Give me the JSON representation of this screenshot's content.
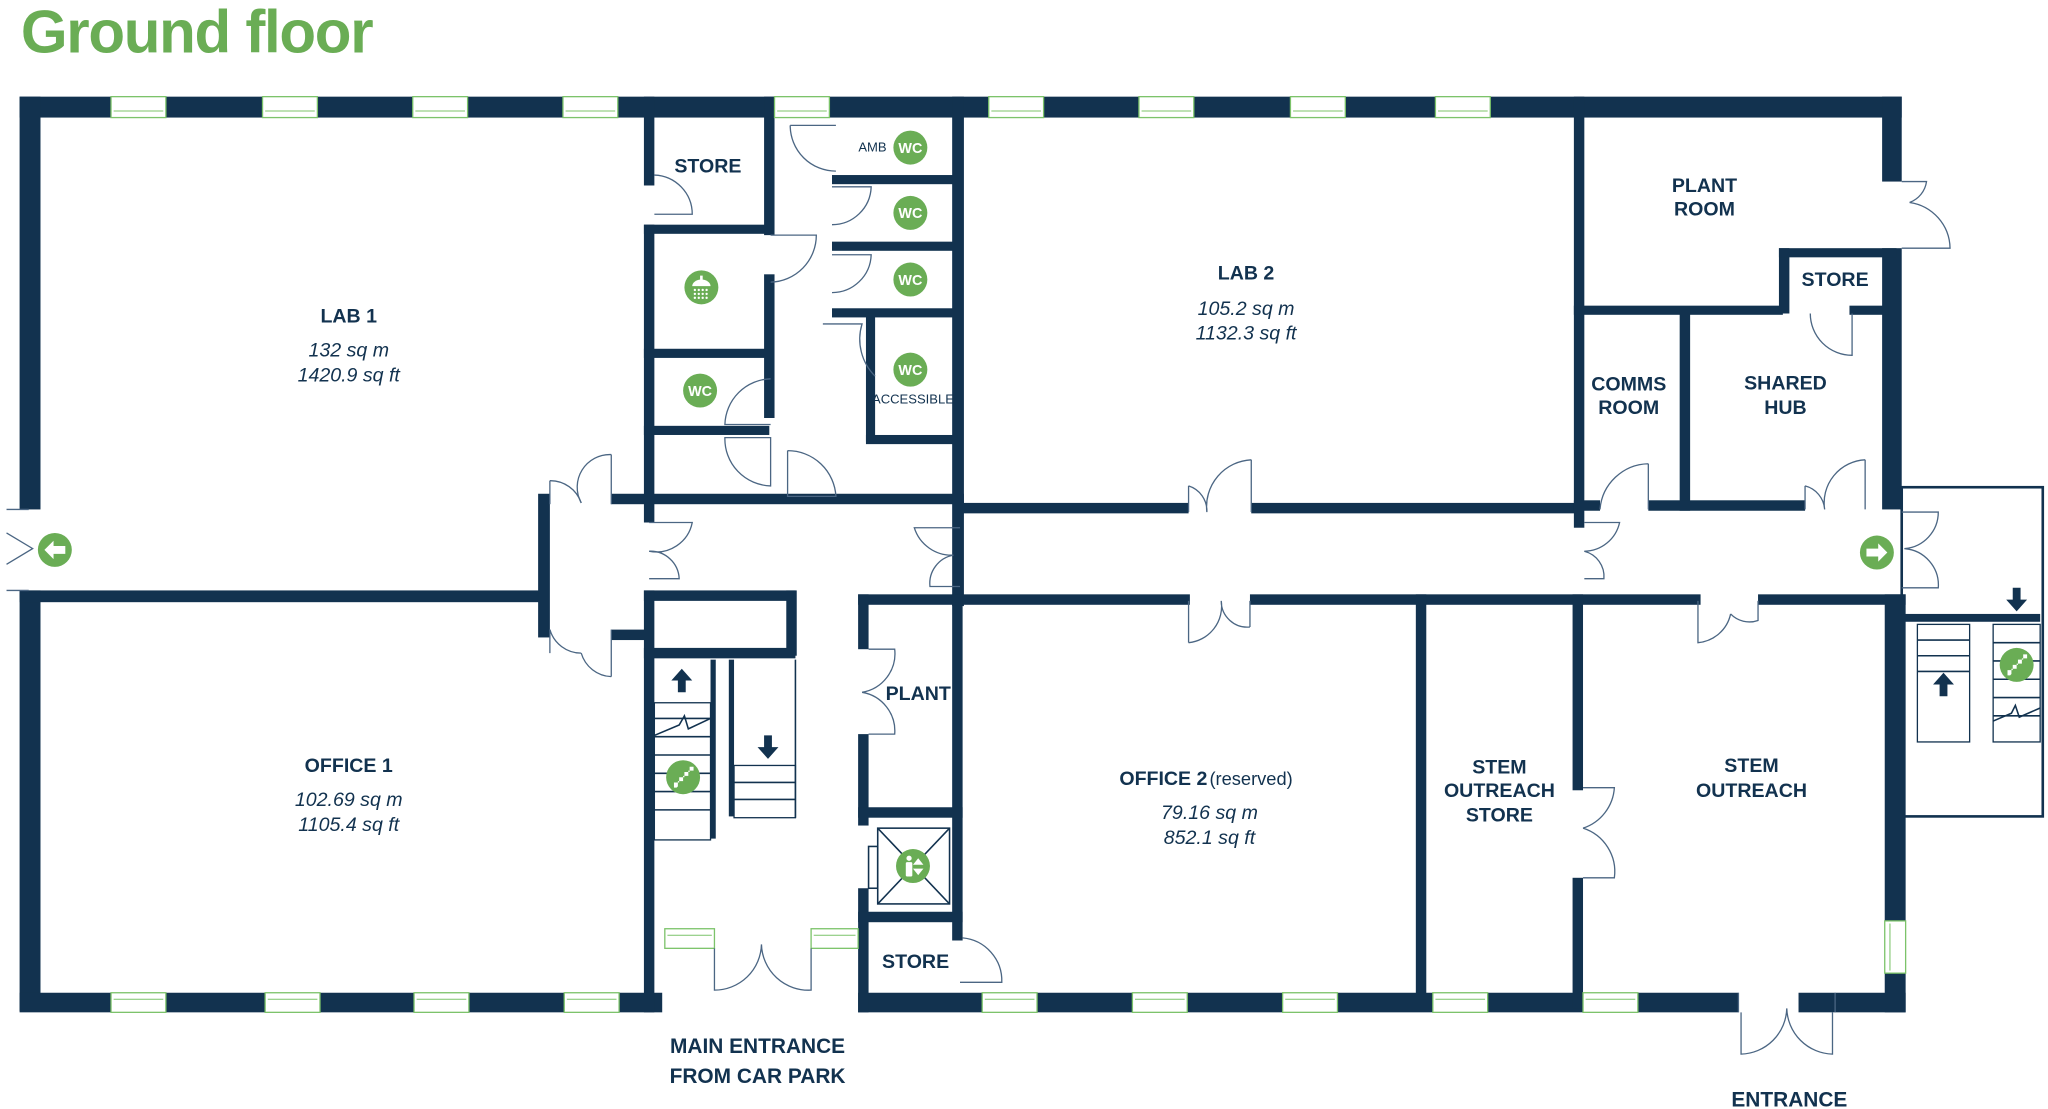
{
  "title": "Ground floor",
  "colors": {
    "title_green": "#6aad55",
    "wall_navy": "#12324f",
    "window_green": "#7cc36a",
    "icon_green": "#6aad55"
  },
  "rooms": {
    "lab1": {
      "name": "LAB 1",
      "area_m": "132 sq m",
      "area_ft": "1420.9 sq ft"
    },
    "lab2": {
      "name": "LAB 2",
      "area_m": "105.2 sq m",
      "area_ft": "1132.3 sq ft"
    },
    "office1": {
      "name": "OFFICE 1",
      "area_m": "102.69 sq m",
      "area_ft": "1105.4 sq ft"
    },
    "office2": {
      "name": "OFFICE 2",
      "note": "(reserved)",
      "area_m": "79.16 sq m",
      "area_ft": "852.1 sq ft"
    },
    "store_top": {
      "name": "STORE"
    },
    "store_right": {
      "name": "STORE"
    },
    "store_bottom": {
      "name": "STORE"
    },
    "plant_room": {
      "line1": "PLANT",
      "line2": "ROOM"
    },
    "comms_room": {
      "line1": "COMMS",
      "line2": "ROOM"
    },
    "shared_hub": {
      "line1": "SHARED",
      "line2": "HUB"
    },
    "plant": {
      "name": "PLANT"
    },
    "stem_store": {
      "line1": "STEM",
      "line2": "OUTREACH",
      "line3": "STORE"
    },
    "stem": {
      "line1": "STEM",
      "line2": "OUTREACH"
    }
  },
  "toilets": {
    "amb_label": "AMB",
    "wc_text": "WC",
    "accessible_label": "ACCESSIBLE"
  },
  "icons": {
    "wc": "wc-icon",
    "shower": "shower-icon",
    "lift": "lift-icon",
    "stairs": "stairs-icon",
    "exit_left": "fire-exit-left-icon",
    "exit_right": "fire-exit-right-icon",
    "stair_up": "arrow-up-icon",
    "stair_down": "arrow-down-icon"
  },
  "entrances": {
    "main_line1": "MAIN ENTRANCE",
    "main_line2": "FROM CAR PARK",
    "side": "ENTRANCE"
  }
}
